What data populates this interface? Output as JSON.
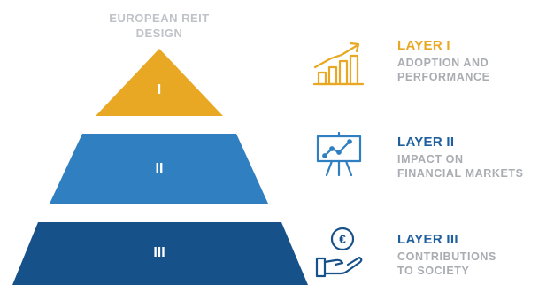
{
  "pyramid": {
    "title": "EUROPEAN REIT\nDESIGN",
    "tiers": [
      {
        "label": "I",
        "color": "#e9a823"
      },
      {
        "label": "II",
        "color": "#2f7fc1"
      },
      {
        "label": "III",
        "color": "#17518a"
      }
    ]
  },
  "layers": [
    {
      "title": "LAYER I",
      "description": "ADOPTION AND\nPERFORMANCE",
      "title_color": "#e9a823",
      "icon": "growth-bar-chart-icon"
    },
    {
      "title": "LAYER II",
      "description": "IMPACT ON\nFINANCIAL MARKETS",
      "title_color": "#1f5f9e",
      "icon": "presentation-board-icon"
    },
    {
      "title": "LAYER III",
      "description": "CONTRIBUTIONS\nTO SOCIETY",
      "title_color": "#1f5f9e",
      "icon": "euro-hand-icon"
    }
  ]
}
